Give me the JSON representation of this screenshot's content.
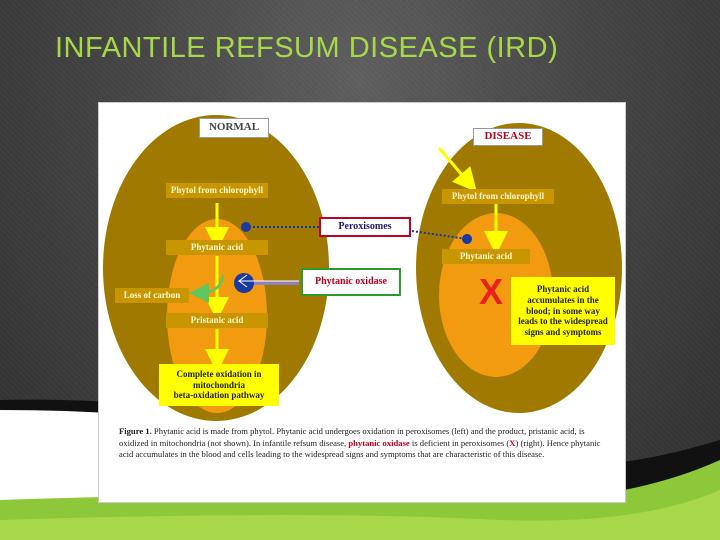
{
  "slide": {
    "title": "INFANTILE REFSUM DISEASE (IRD)"
  },
  "figure": {
    "normal_label": "NORMAL",
    "disease_label": "DISEASE",
    "normal": {
      "phytol": "Phytol from chlorophyll",
      "phytanic": "Phytanic acid",
      "loss": "Loss of carbon",
      "pristanic": "Pristanic acid",
      "oxidation_line1": "Complete oxidation in",
      "oxidation_line2": "mitochondria",
      "oxidation_line3": "beta-oxidation pathway"
    },
    "shared": {
      "peroxisomes": "Peroxisomes",
      "oxidase": "Phytanic oxidase"
    },
    "disease": {
      "phytol": "Phytol from chlorophyll",
      "phytanic": "Phytanic acid",
      "x_mark": "X",
      "note_line1": "Phytanic acid",
      "note_line2": "accumulates in the",
      "note_line3": "blood; in some way",
      "note_line4": "leads to the widespread",
      "note_line5": "signs and symptoms"
    },
    "caption": {
      "fig_label": "Figure 1.",
      "part1": " Phytanic acid is made from phytol. Phytanic acid undergoes oxidation in peroxisomes (left) and the product, pristanic acid, is oxidized in mitochondria (not shown). In ",
      "ird": "infantile refsum disease",
      "part2": ", ",
      "oxidase": "phytanic oxidase",
      "part3": " is deficient in peroxisomes (",
      "x": "X",
      "part4": ") (right). Hence phytanic acid accumulates in the blood and cells leading to the widespread signs and symptoms that are characteristic of this disease."
    }
  },
  "colors": {
    "title_green": "#a8d84a",
    "outer_cell": "#a07a00",
    "inner_orange": "#f29a10",
    "label_gold": "#c89600",
    "highlight_yellow": "#ffff00",
    "error_red": "#e82020"
  }
}
